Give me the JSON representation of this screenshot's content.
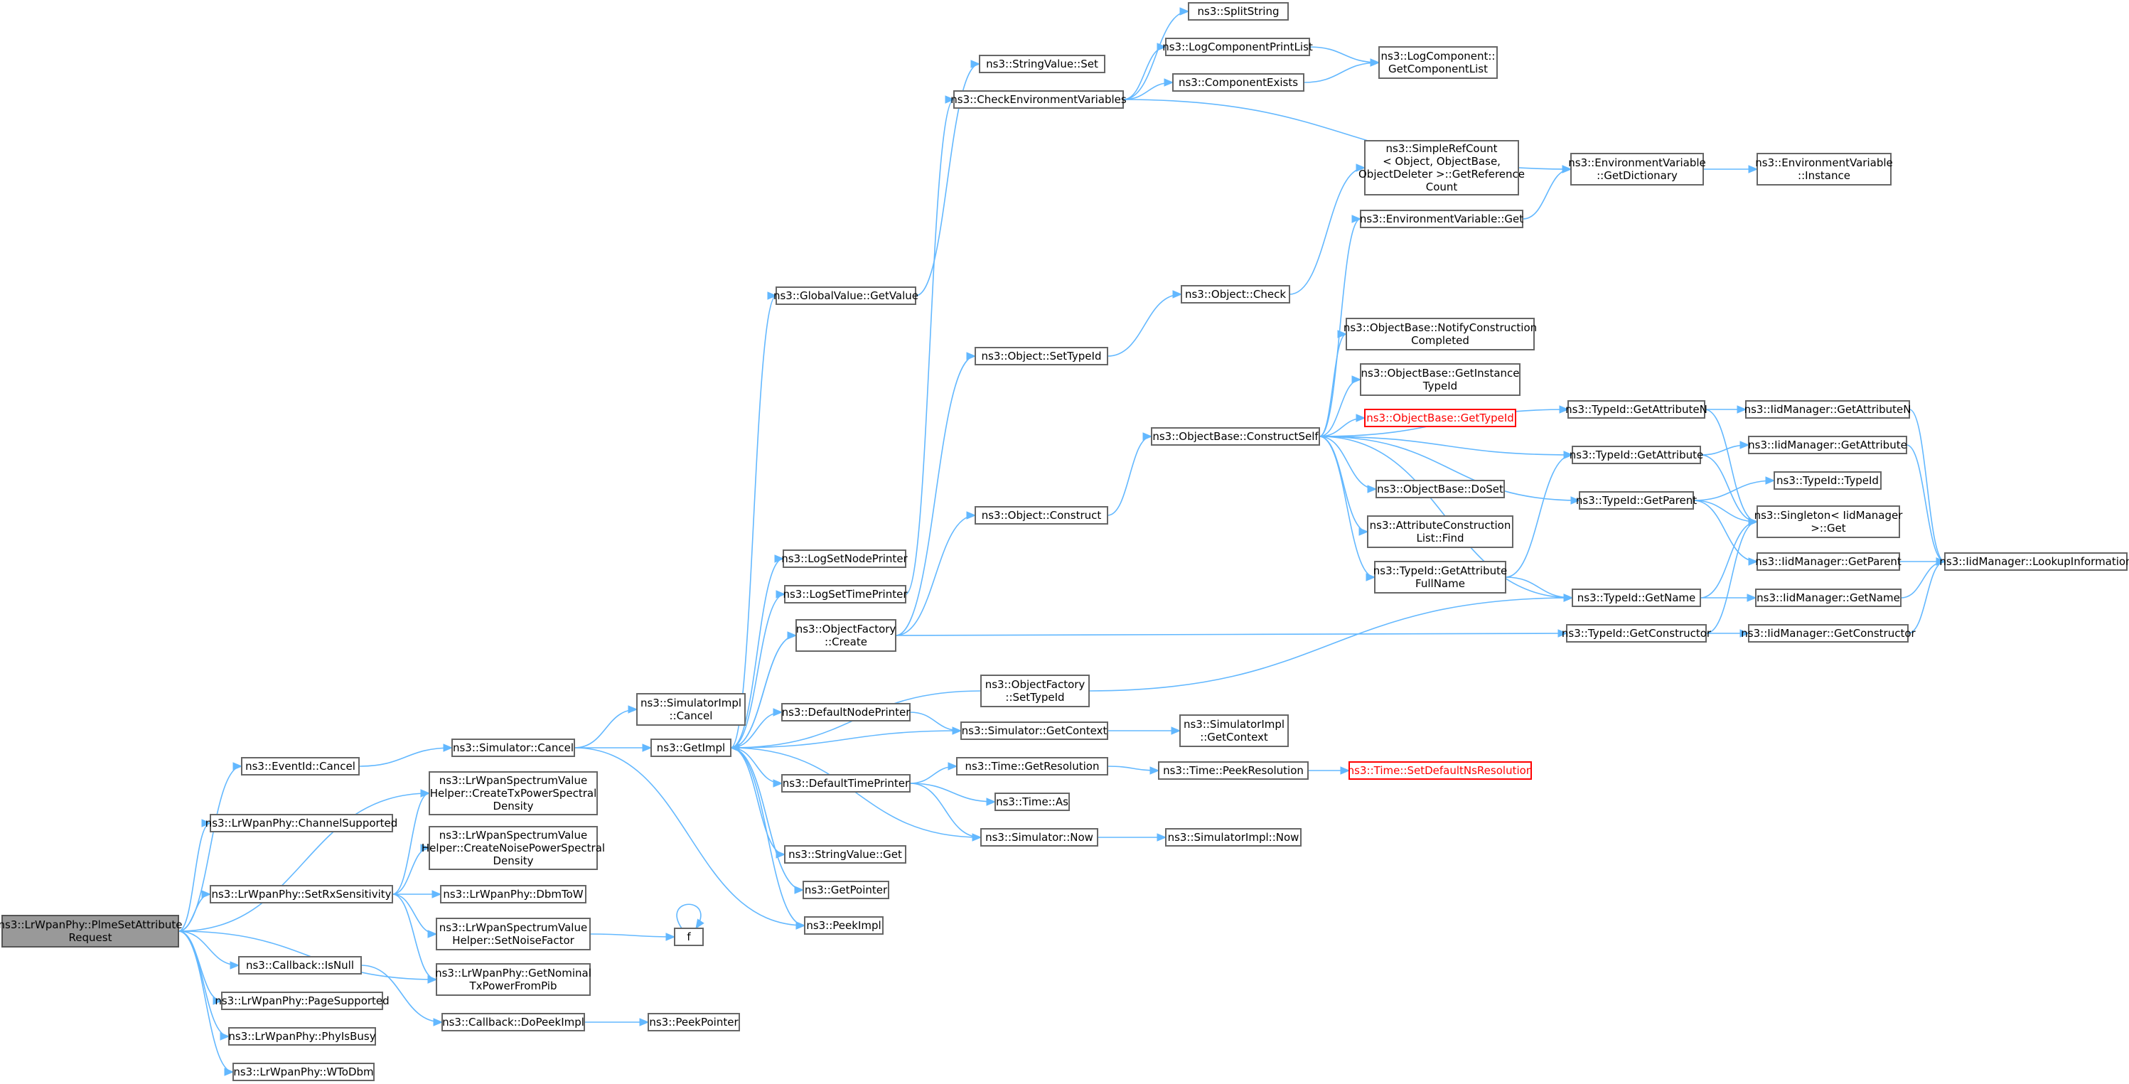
{
  "colors": {
    "edge": "#63b8ff",
    "node_border": "#666666",
    "root_fill": "#999999",
    "highlight": "#ff0000"
  },
  "nodes": [
    {
      "id": "root",
      "lines": [
        "ns3::LrWpanPhy::PlmeSetAttribute",
        "Request"
      ],
      "style": "root"
    },
    {
      "id": "eventid_cancel",
      "lines": [
        "ns3::EventId::Cancel"
      ]
    },
    {
      "id": "channelsupported",
      "lines": [
        "ns3::LrWpanPhy::ChannelSupported"
      ]
    },
    {
      "id": "setrxsens",
      "lines": [
        "ns3::LrWpanPhy::SetRxSensitivity"
      ]
    },
    {
      "id": "callback_isnull",
      "lines": [
        "ns3::Callback::IsNull"
      ]
    },
    {
      "id": "pagesupported",
      "lines": [
        "ns3::LrWpanPhy::PageSupported"
      ]
    },
    {
      "id": "phyisbusy",
      "lines": [
        "ns3::LrWpanPhy::PhyIsBusy"
      ]
    },
    {
      "id": "wtodbm",
      "lines": [
        "ns3::LrWpanPhy::WToDbm"
      ]
    },
    {
      "id": "sim_cancel",
      "lines": [
        "ns3::Simulator::Cancel"
      ]
    },
    {
      "id": "createtxpsd",
      "lines": [
        "ns3::LrWpanSpectrumValue",
        "Helper::CreateTxPowerSpectral",
        "Density"
      ]
    },
    {
      "id": "createnoisepsd",
      "lines": [
        "ns3::LrWpanSpectrumValue",
        "Helper::CreateNoisePowerSpectral",
        "Density"
      ]
    },
    {
      "id": "dbmtow",
      "lines": [
        "ns3::LrWpanPhy::DbmToW"
      ]
    },
    {
      "id": "setnoisefactor",
      "lines": [
        "ns3::LrWpanSpectrumValue",
        "Helper::SetNoiseFactor"
      ]
    },
    {
      "id": "getnominaltx",
      "lines": [
        "ns3::LrWpanPhy::GetNominal",
        "TxPowerFromPib"
      ]
    },
    {
      "id": "dopeekimpl",
      "lines": [
        "ns3::Callback::DoPeekImpl"
      ]
    },
    {
      "id": "f",
      "lines": [
        "f"
      ]
    },
    {
      "id": "peekpointer",
      "lines": [
        "ns3::PeekPointer"
      ]
    },
    {
      "id": "simimpl_cancel",
      "lines": [
        "ns3::SimulatorImpl",
        "::Cancel"
      ]
    },
    {
      "id": "getimpl",
      "lines": [
        "ns3::GetImpl"
      ]
    },
    {
      "id": "peekimpl",
      "lines": [
        "ns3::PeekImpl"
      ]
    },
    {
      "id": "globalvalue_getvalue",
      "lines": [
        "ns3::GlobalValue::GetValue"
      ]
    },
    {
      "id": "lognodeprinter",
      "lines": [
        "ns3::LogSetNodePrinter"
      ]
    },
    {
      "id": "logtimeprinter",
      "lines": [
        "ns3::LogSetTimePrinter"
      ]
    },
    {
      "id": "objfactory_create",
      "lines": [
        "ns3::ObjectFactory",
        "::Create"
      ]
    },
    {
      "id": "defaultnodeprinter",
      "lines": [
        "ns3::DefaultNodePrinter"
      ]
    },
    {
      "id": "defaulttimeprinter",
      "lines": [
        "ns3::DefaultTimePrinter"
      ]
    },
    {
      "id": "stringvalue_get",
      "lines": [
        "ns3::StringValue::Get"
      ]
    },
    {
      "id": "getpointer",
      "lines": [
        "ns3::GetPointer"
      ]
    },
    {
      "id": "stringvalue_set",
      "lines": [
        "ns3::StringValue::Set"
      ]
    },
    {
      "id": "checkenv",
      "lines": [
        "ns3::CheckEnvironmentVariables"
      ]
    },
    {
      "id": "obj_settypeid",
      "lines": [
        "ns3::Object::SetTypeId"
      ]
    },
    {
      "id": "obj_construct",
      "lines": [
        "ns3::Object::Construct"
      ]
    },
    {
      "id": "objfactory_settypeid",
      "lines": [
        "ns3::ObjectFactory",
        "::SetTypeId"
      ]
    },
    {
      "id": "sim_getcontext",
      "lines": [
        "ns3::Simulator::GetContext"
      ]
    },
    {
      "id": "time_getresolution",
      "lines": [
        "ns3::Time::GetResolution"
      ]
    },
    {
      "id": "time_as",
      "lines": [
        "ns3::Time::As"
      ]
    },
    {
      "id": "sim_now",
      "lines": [
        "ns3::Simulator::Now"
      ]
    },
    {
      "id": "splitstring",
      "lines": [
        "ns3::SplitString"
      ]
    },
    {
      "id": "logcompprintlist",
      "lines": [
        "ns3::LogComponentPrintList"
      ]
    },
    {
      "id": "componentexists",
      "lines": [
        "ns3::ComponentExists"
      ]
    },
    {
      "id": "obj_check",
      "lines": [
        "ns3::Object::Check"
      ]
    },
    {
      "id": "constructself",
      "lines": [
        "ns3::ObjectBase::ConstructSelf"
      ]
    },
    {
      "id": "simimpl_getcontext",
      "lines": [
        "ns3::SimulatorImpl",
        "::GetContext"
      ]
    },
    {
      "id": "time_peekresolution",
      "lines": [
        "ns3::Time::PeekResolution"
      ]
    },
    {
      "id": "simimpl_now",
      "lines": [
        "ns3::SimulatorImpl::Now"
      ]
    },
    {
      "id": "logcomp_getlist",
      "lines": [
        "ns3::LogComponent::",
        "GetComponentList"
      ]
    },
    {
      "id": "simplerefcount",
      "lines": [
        "ns3::SimpleRefCount",
        "< Object, ObjectBase,",
        "ObjectDeleter >::GetReference",
        "Count"
      ]
    },
    {
      "id": "envvar_get",
      "lines": [
        "ns3::EnvironmentVariable::Get"
      ]
    },
    {
      "id": "notifyconstruction",
      "lines": [
        "ns3::ObjectBase::NotifyConstruction",
        "Completed"
      ]
    },
    {
      "id": "getinstancetypeid",
      "lines": [
        "ns3::ObjectBase::GetInstance",
        "TypeId"
      ]
    },
    {
      "id": "objbase_gettypeid",
      "lines": [
        "ns3::ObjectBase::GetTypeId"
      ],
      "style": "red"
    },
    {
      "id": "doset",
      "lines": [
        "ns3::ObjectBase::DoSet"
      ]
    },
    {
      "id": "attrconstructlist",
      "lines": [
        "ns3::AttributeConstruction",
        "List::Find"
      ]
    },
    {
      "id": "typeid_getattrfullname",
      "lines": [
        "ns3::TypeId::GetAttribute",
        "FullName"
      ]
    },
    {
      "id": "setdefaultnsres",
      "lines": [
        "ns3::Time::SetDefaultNsResolution"
      ],
      "style": "red"
    },
    {
      "id": "envvar_getdict",
      "lines": [
        "ns3::EnvironmentVariable",
        "::GetDictionary"
      ]
    },
    {
      "id": "typeid_getattrn",
      "lines": [
        "ns3::TypeId::GetAttributeN"
      ]
    },
    {
      "id": "typeid_getattr",
      "lines": [
        "ns3::TypeId::GetAttribute"
      ]
    },
    {
      "id": "typeid_getparent",
      "lines": [
        "ns3::TypeId::GetParent"
      ]
    },
    {
      "id": "typeid_getname",
      "lines": [
        "ns3::TypeId::GetName"
      ]
    },
    {
      "id": "typeid_getconstructor",
      "lines": [
        "ns3::TypeId::GetConstructor"
      ]
    },
    {
      "id": "envvar_instance",
      "lines": [
        "ns3::EnvironmentVariable",
        "::Instance"
      ]
    },
    {
      "id": "iid_getattrn",
      "lines": [
        "ns3::IidManager::GetAttributeN"
      ]
    },
    {
      "id": "iid_getattr",
      "lines": [
        "ns3::IidManager::GetAttribute"
      ]
    },
    {
      "id": "typeid_typeid",
      "lines": [
        "ns3::TypeId::TypeId"
      ]
    },
    {
      "id": "singleton_get",
      "lines": [
        "ns3::Singleton< IidManager",
        ">::Get"
      ]
    },
    {
      "id": "iid_getparent",
      "lines": [
        "ns3::IidManager::GetParent"
      ]
    },
    {
      "id": "iid_getname",
      "lines": [
        "ns3::IidManager::GetName"
      ]
    },
    {
      "id": "iid_getconstructor",
      "lines": [
        "ns3::IidManager::GetConstructor"
      ]
    },
    {
      "id": "iid_lookup",
      "lines": [
        "ns3::IidManager::LookupInformation"
      ]
    }
  ],
  "edges": [
    [
      "root",
      "eventid_cancel"
    ],
    [
      "root",
      "channelsupported"
    ],
    [
      "root",
      "setrxsens"
    ],
    [
      "root",
      "callback_isnull"
    ],
    [
      "root",
      "pagesupported"
    ],
    [
      "root",
      "phyisbusy"
    ],
    [
      "root",
      "wtodbm"
    ],
    [
      "root",
      "createtxpsd"
    ],
    [
      "root",
      "getnominaltx"
    ],
    [
      "eventid_cancel",
      "sim_cancel"
    ],
    [
      "sim_cancel",
      "simimpl_cancel"
    ],
    [
      "sim_cancel",
      "getimpl"
    ],
    [
      "sim_cancel",
      "peekimpl"
    ],
    [
      "setrxsens",
      "createtxpsd"
    ],
    [
      "setrxsens",
      "createnoisepsd"
    ],
    [
      "setrxsens",
      "dbmtow"
    ],
    [
      "setrxsens",
      "setnoisefactor"
    ],
    [
      "setrxsens",
      "getnominaltx"
    ],
    [
      "callback_isnull",
      "dopeekimpl"
    ],
    [
      "dopeekimpl",
      "peekpointer"
    ],
    [
      "setnoisefactor",
      "f"
    ],
    [
      "f",
      "f"
    ],
    [
      "getimpl",
      "globalvalue_getvalue"
    ],
    [
      "getimpl",
      "lognodeprinter"
    ],
    [
      "getimpl",
      "logtimeprinter"
    ],
    [
      "getimpl",
      "objfactory_create"
    ],
    [
      "getimpl",
      "defaultnodeprinter"
    ],
    [
      "getimpl",
      "defaulttimeprinter"
    ],
    [
      "getimpl",
      "stringvalue_get"
    ],
    [
      "getimpl",
      "getpointer"
    ],
    [
      "getimpl",
      "peekimpl"
    ],
    [
      "globalvalue_getvalue",
      "stringvalue_set"
    ],
    [
      "logtimeprinter",
      "checkenv"
    ],
    [
      "objfactory_create",
      "obj_settypeid"
    ],
    [
      "objfactory_create",
      "obj_construct"
    ],
    [
      "objfactory_create",
      "typeid_getconstructor"
    ],
    [
      "objfactory_create",
      "getimpl"
    ],
    [
      "objfactory_settypeid",
      "getimpl"
    ],
    [
      "objfactory_settypeid",
      "typeid_getname"
    ],
    [
      "defaultnodeprinter",
      "sim_getcontext"
    ],
    [
      "sim_getcontext",
      "getimpl"
    ],
    [
      "sim_getcontext",
      "simimpl_getcontext"
    ],
    [
      "defaulttimeprinter",
      "time_getresolution"
    ],
    [
      "defaulttimeprinter",
      "time_as"
    ],
    [
      "defaulttimeprinter",
      "sim_now"
    ],
    [
      "sim_now",
      "getimpl"
    ],
    [
      "sim_now",
      "simimpl_now"
    ],
    [
      "time_getresolution",
      "time_peekresolution"
    ],
    [
      "time_peekresolution",
      "setdefaultnsres"
    ],
    [
      "checkenv",
      "splitstring"
    ],
    [
      "checkenv",
      "logcompprintlist"
    ],
    [
      "checkenv",
      "componentexists"
    ],
    [
      "checkenv",
      "envvar_getdict"
    ],
    [
      "logcompprintlist",
      "logcomp_getlist"
    ],
    [
      "componentexists",
      "logcomp_getlist"
    ],
    [
      "obj_settypeid",
      "obj_check"
    ],
    [
      "obj_check",
      "simplerefcount"
    ],
    [
      "obj_construct",
      "constructself"
    ],
    [
      "constructself",
      "envvar_get"
    ],
    [
      "constructself",
      "notifyconstruction"
    ],
    [
      "constructself",
      "getinstancetypeid"
    ],
    [
      "constructself",
      "objbase_gettypeid"
    ],
    [
      "constructself",
      "doset"
    ],
    [
      "constructself",
      "attrconstructlist"
    ],
    [
      "constructself",
      "typeid_getattrfullname"
    ],
    [
      "constructself",
      "typeid_getattrn"
    ],
    [
      "constructself",
      "typeid_getattr"
    ],
    [
      "constructself",
      "typeid_getparent"
    ],
    [
      "constructself",
      "typeid_getname"
    ],
    [
      "envvar_get",
      "envvar_getdict"
    ],
    [
      "envvar_getdict",
      "envvar_instance"
    ],
    [
      "typeid_getattrfullname",
      "typeid_getattr"
    ],
    [
      "typeid_getattrfullname",
      "typeid_getname"
    ],
    [
      "typeid_getattrn",
      "iid_getattrn"
    ],
    [
      "typeid_getattrn",
      "singleton_get"
    ],
    [
      "typeid_getattr",
      "iid_getattr"
    ],
    [
      "typeid_getattr",
      "singleton_get"
    ],
    [
      "typeid_getparent",
      "typeid_typeid"
    ],
    [
      "typeid_getparent",
      "singleton_get"
    ],
    [
      "typeid_getparent",
      "iid_getparent"
    ],
    [
      "typeid_getname",
      "singleton_get"
    ],
    [
      "typeid_getname",
      "iid_getname"
    ],
    [
      "typeid_getconstructor",
      "singleton_get"
    ],
    [
      "typeid_getconstructor",
      "iid_getconstructor"
    ],
    [
      "iid_getattrn",
      "iid_lookup"
    ],
    [
      "iid_getattr",
      "iid_lookup"
    ],
    [
      "iid_getparent",
      "iid_lookup"
    ],
    [
      "iid_getname",
      "iid_lookup"
    ],
    [
      "iid_getconstructor",
      "iid_lookup"
    ]
  ]
}
